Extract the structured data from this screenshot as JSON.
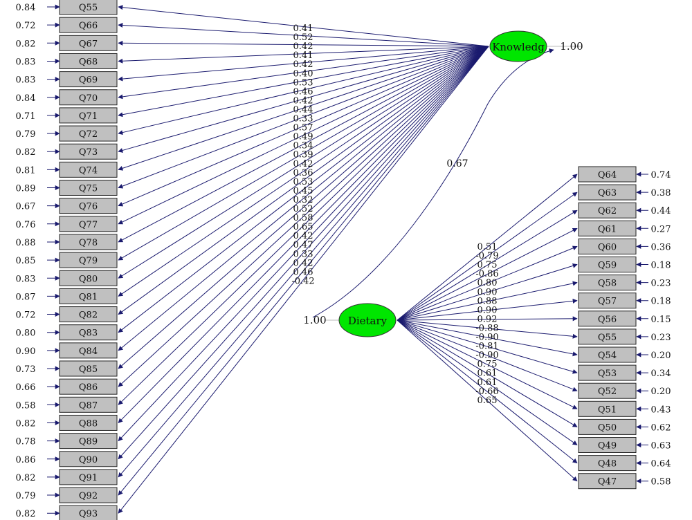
{
  "colors": {
    "latent_fill": "#00e600",
    "box_fill": "#c0c0c0",
    "path": "#1a1a6e"
  },
  "latents": {
    "knowledge": {
      "label": "Knowledg",
      "variance": "1.00"
    },
    "dietary": {
      "label": "Dietary",
      "variance": "1.00"
    }
  },
  "correlation": "0.67",
  "knowledge_items": [
    {
      "name": "Q55",
      "error": "0.84",
      "loading": "0.41"
    },
    {
      "name": "Q66",
      "error": "0.72",
      "loading": "0.52"
    },
    {
      "name": "Q67",
      "error": "0.82",
      "loading": "0.42"
    },
    {
      "name": "Q68",
      "error": "0.83",
      "loading": "0.41"
    },
    {
      "name": "Q69",
      "error": "0.83",
      "loading": "0.42"
    },
    {
      "name": "Q70",
      "error": "0.84",
      "loading": "0.40"
    },
    {
      "name": "Q71",
      "error": "0.71",
      "loading": "0.53"
    },
    {
      "name": "Q72",
      "error": "0.79",
      "loading": "0.46"
    },
    {
      "name": "Q73",
      "error": "0.82",
      "loading": "0.42"
    },
    {
      "name": "Q74",
      "error": "0.81",
      "loading": "0.44"
    },
    {
      "name": "Q75",
      "error": "0.89",
      "loading": "0.33"
    },
    {
      "name": "Q76",
      "error": "0.67",
      "loading": "0.57"
    },
    {
      "name": "Q77",
      "error": "0.76",
      "loading": "0.49"
    },
    {
      "name": "Q78",
      "error": "0.88",
      "loading": "0.34"
    },
    {
      "name": "Q79",
      "error": "0.85",
      "loading": "0.39"
    },
    {
      "name": "Q80",
      "error": "0.83",
      "loading": "0.42"
    },
    {
      "name": "Q81",
      "error": "0.87",
      "loading": "0.36"
    },
    {
      "name": "Q82",
      "error": "0.72",
      "loading": "0.53"
    },
    {
      "name": "Q83",
      "error": "0.80",
      "loading": "0.45"
    },
    {
      "name": "Q84",
      "error": "0.90",
      "loading": "0.32"
    },
    {
      "name": "Q85",
      "error": "0.73",
      "loading": "0.52"
    },
    {
      "name": "Q86",
      "error": "0.66",
      "loading": "0.58"
    },
    {
      "name": "Q87",
      "error": "0.58",
      "loading": "0.65"
    },
    {
      "name": "Q88",
      "error": "0.82",
      "loading": "0.42"
    },
    {
      "name": "Q89",
      "error": "0.78",
      "loading": "0.47"
    },
    {
      "name": "Q90",
      "error": "0.86",
      "loading": "0.33"
    },
    {
      "name": "Q91",
      "error": "0.82",
      "loading": "0.42"
    },
    {
      "name": "Q92",
      "error": "0.79",
      "loading": "0.46"
    },
    {
      "name": "Q93",
      "error": "0.82",
      "loading": "-0.42"
    }
  ],
  "dietary_items": [
    {
      "name": "Q64",
      "error": "0.74",
      "loading": "0.51"
    },
    {
      "name": "Q63",
      "error": "0.38",
      "loading": "-0.79"
    },
    {
      "name": "Q62",
      "error": "0.44",
      "loading": "0.75"
    },
    {
      "name": "Q61",
      "error": "0.27",
      "loading": "-0.86"
    },
    {
      "name": "Q60",
      "error": "0.36",
      "loading": "0.80"
    },
    {
      "name": "Q59",
      "error": "0.18",
      "loading": "0.90"
    },
    {
      "name": "Q58",
      "error": "0.23",
      "loading": "0.88"
    },
    {
      "name": "Q57",
      "error": "0.18",
      "loading": "0.90"
    },
    {
      "name": "Q56",
      "error": "0.15",
      "loading": "0.92"
    },
    {
      "name": "Q55",
      "error": "0.23",
      "loading": "-0.88"
    },
    {
      "name": "Q54",
      "error": "0.20",
      "loading": "-0.90"
    },
    {
      "name": "Q53",
      "error": "0.34",
      "loading": "-0.81"
    },
    {
      "name": "Q52",
      "error": "0.20",
      "loading": "-0.90"
    },
    {
      "name": "Q51",
      "error": "0.43",
      "loading": "0.75"
    },
    {
      "name": "Q50",
      "error": "0.62",
      "loading": "0.61"
    },
    {
      "name": "Q49",
      "error": "0.63",
      "loading": "0.61"
    },
    {
      "name": "Q48",
      "error": "0.64",
      "loading": "-0.66"
    },
    {
      "name": "Q47",
      "error": "0.58",
      "loading": "0.65"
    }
  ]
}
